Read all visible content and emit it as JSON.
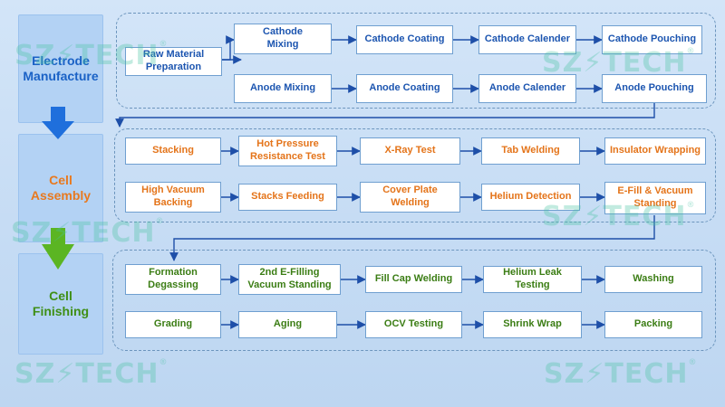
{
  "stages": {
    "electrode": [
      "Electrode",
      "Manufacture"
    ],
    "assembly": [
      "Cell",
      "Assembly"
    ],
    "finishing": [
      "Cell",
      "Finishing"
    ]
  },
  "electrode_steps": {
    "raw_material": [
      "Raw Material",
      "Preparation"
    ],
    "cathode_mixing": [
      "Cathode",
      "Mixing"
    ],
    "cathode_coating": "Cathode Coating",
    "cathode_calender": "Cathode  Calender",
    "cathode_pouching": "Cathode  Pouching",
    "anode_mixing": "Anode Mixing",
    "anode_coating": "Anode  Coating",
    "anode_calender": "Anode Calender",
    "anode_pouching": "Anode Pouching"
  },
  "assembly_steps": {
    "stacking": "Stacking",
    "hot_pressure": [
      "Hot Pressure",
      "Resistance Test"
    ],
    "xray": "X-Ray Test",
    "tab_welding": "Tab Welding",
    "insulator": "Insulator Wrapping",
    "high_vacuum": [
      "High Vacuum",
      "Backing"
    ],
    "stacks_feeding": "Stacks Feeding",
    "cover_plate": [
      "Cover Plate",
      "Welding"
    ],
    "helium_detection": "Helium Detection",
    "efill_vacuum": [
      "E-Fill & Vacuum",
      "Standing"
    ]
  },
  "finishing_steps": {
    "formation": [
      "Formation",
      "Degassing"
    ],
    "second_efill": [
      "2nd E-Filling",
      "Vacuum Standing"
    ],
    "fill_cap": "Fill Cap Welding",
    "helium_leak": "Helium Leak Testing",
    "washing": "Washing",
    "grading": "Grading",
    "aging": "Aging",
    "ocv": "OCV  Testing",
    "shrink_wrap": "Shrink Wrap",
    "packing": "Packing"
  },
  "watermark": {
    "text": "SZ⚡TECH",
    "reg": "®"
  },
  "colors": {
    "electrode": "#1c55b0",
    "assembly": "#e4741a",
    "finishing": "#3b7d14",
    "connector": "#1e4fa8",
    "stage_arrow_blue": "#1f6fdc",
    "stage_arrow_green": "#5bb523"
  }
}
